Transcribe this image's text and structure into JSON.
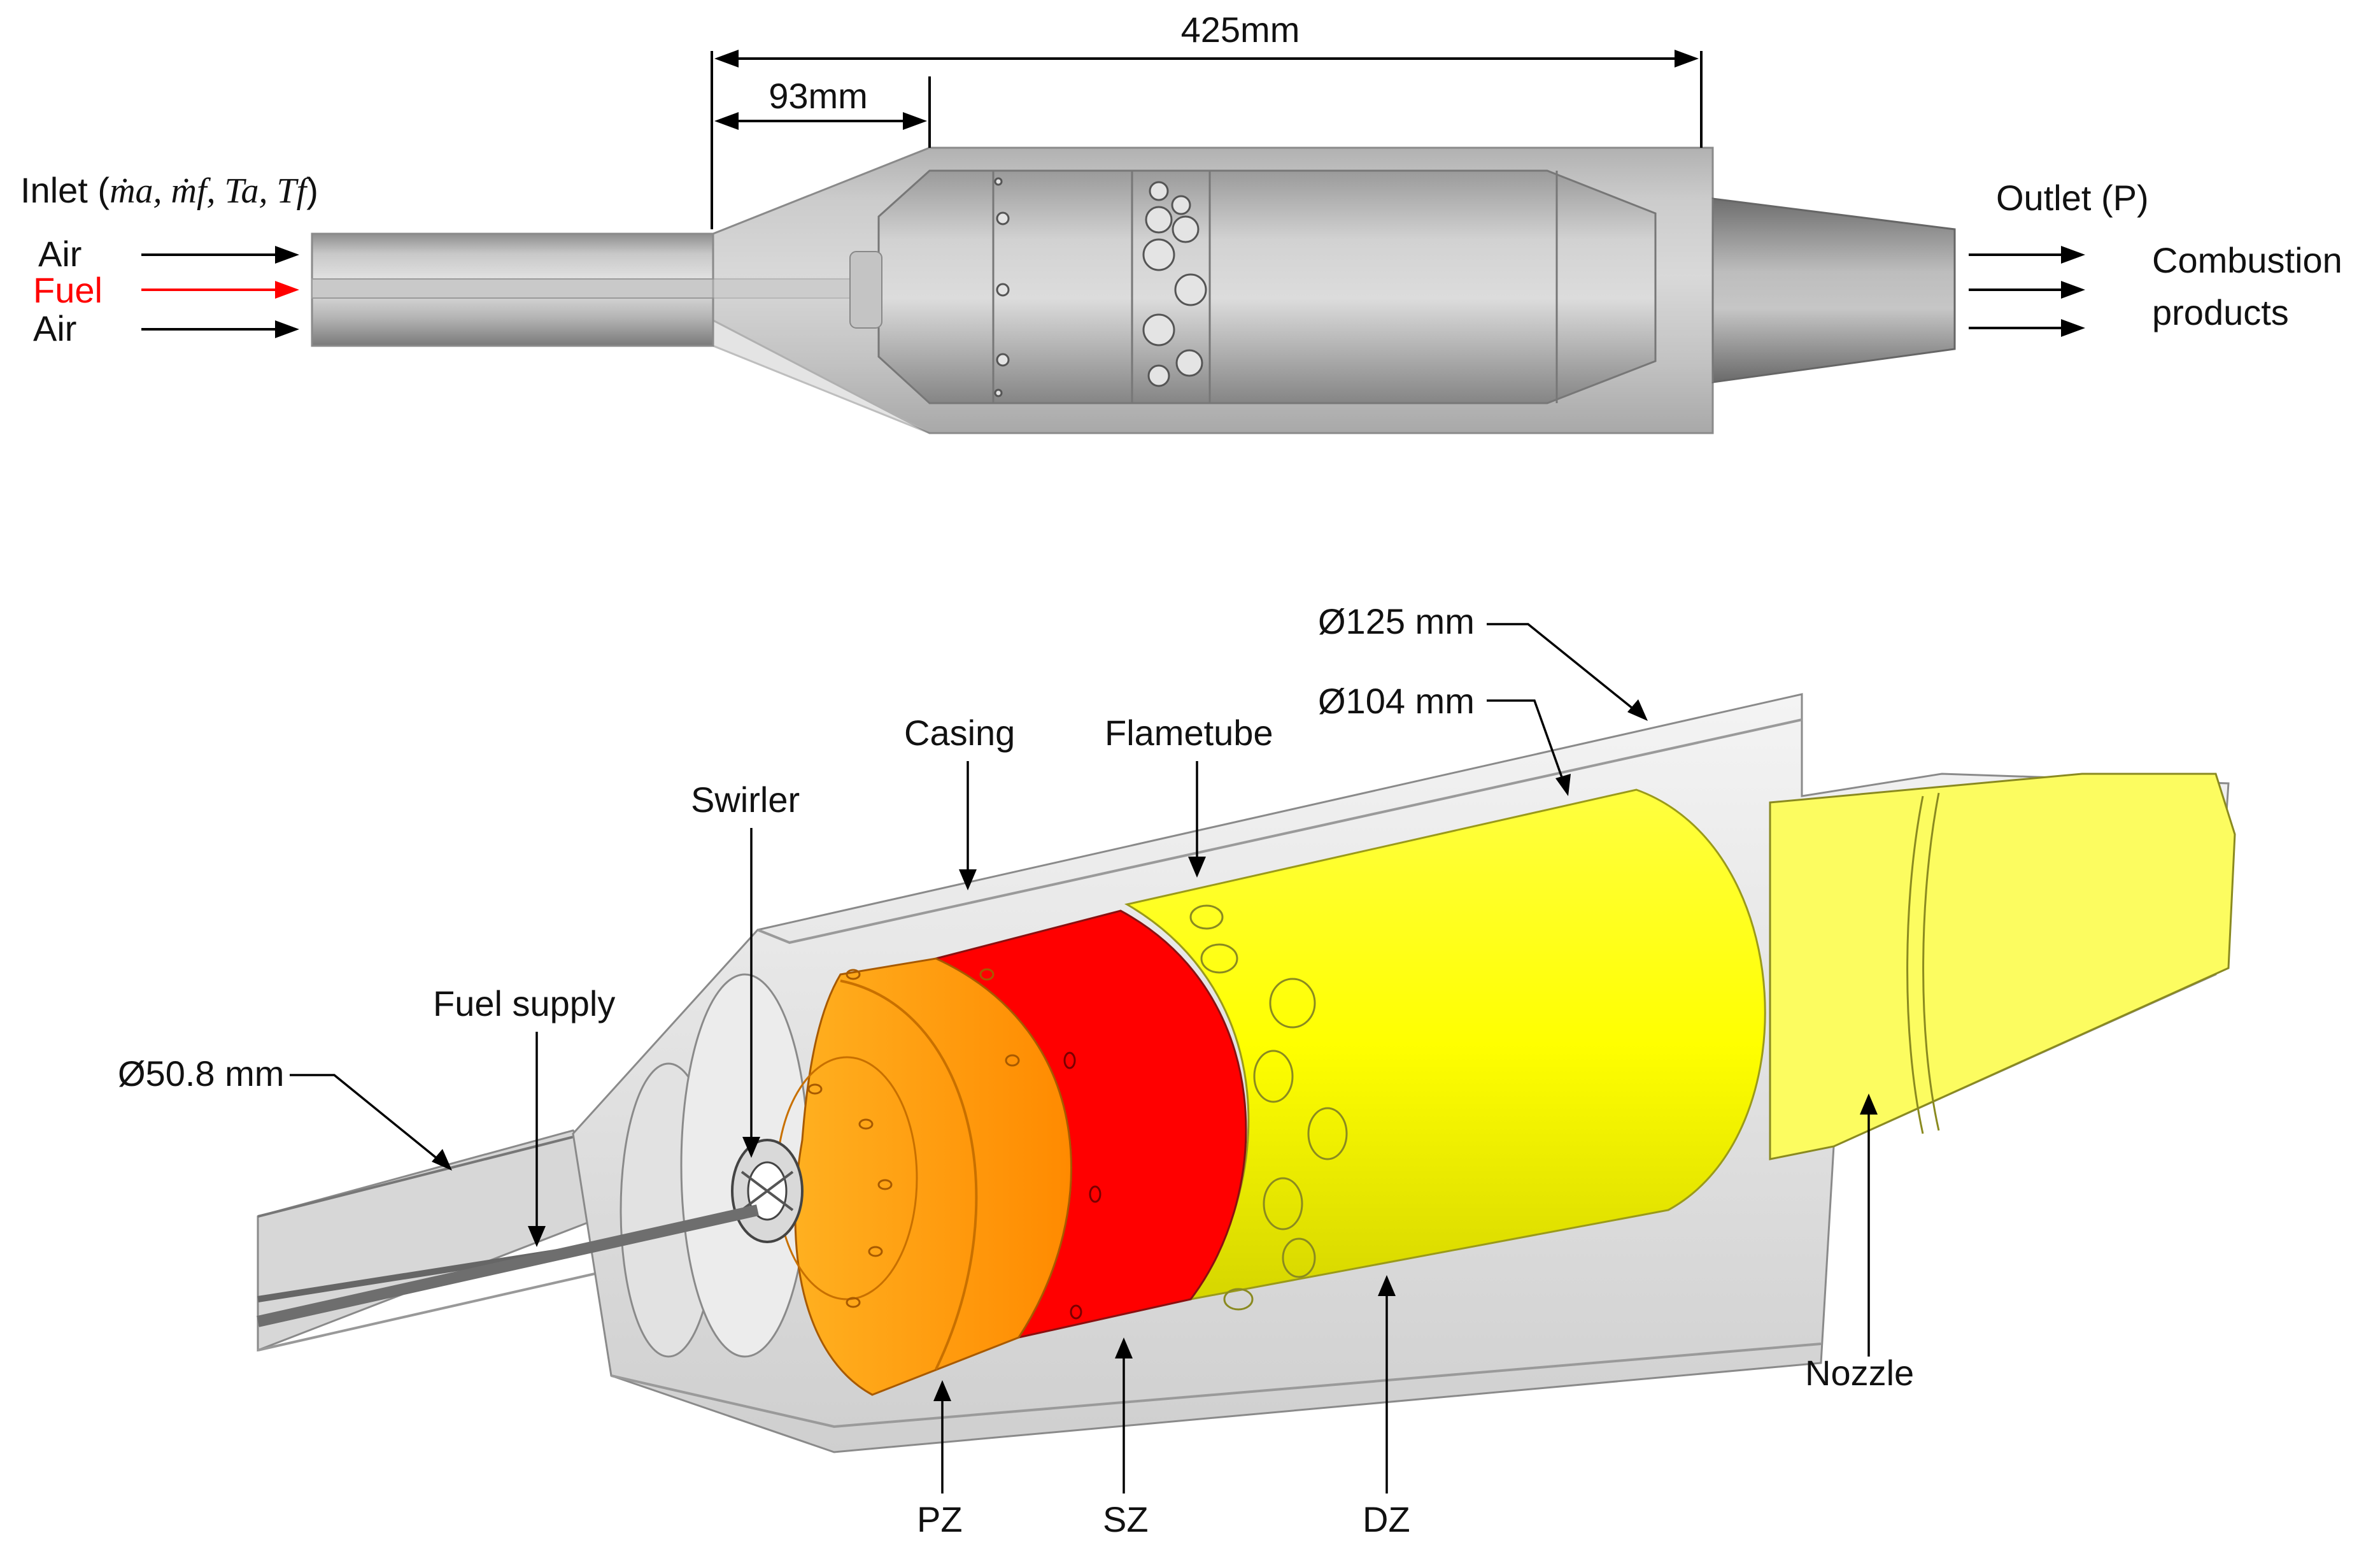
{
  "top_view": {
    "dimension_overall": "425mm",
    "dimension_short": "93mm",
    "inlet_label": "Inlet (",
    "inlet_vars": "ṁa, ṁf, Ta, Tf",
    "inlet_close": ")",
    "inlet_streams": [
      "Air",
      "Fuel",
      "Air"
    ],
    "outlet_label": "Outlet (P)",
    "outlet_stream": [
      "Combustion",
      "products"
    ]
  },
  "cutaway_view": {
    "casing_diameter": "Ø125 mm",
    "flametube_diameter": "Ø104 mm",
    "inlet_diameter": "Ø50.8 mm",
    "components": [
      "Casing",
      "Flametube",
      "Swirler",
      "Fuel supply",
      "Nozzle"
    ],
    "zones": [
      "PZ",
      "SZ",
      "DZ"
    ]
  },
  "colors": {
    "fuel": "#ff0000",
    "primary_zone": "#ff9f00",
    "secondary_zone": "#ff0000",
    "dilution_zone": "#ffff00",
    "metal": "#a9a9a9"
  }
}
